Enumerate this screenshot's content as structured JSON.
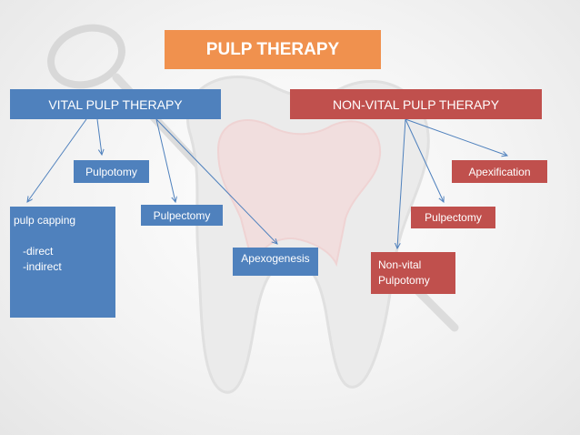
{
  "diagram": {
    "title": "PULP THERAPY",
    "vital": {
      "label": "VITAL PULP THERAPY",
      "color": "#4f81bd",
      "children": {
        "pulpotomy": "Pulpotomy",
        "pulp_capping": "pulp capping",
        "pulp_capping_direct": "-direct",
        "pulp_capping_indirect": "-indirect",
        "pulpectomy": "Pulpectomy",
        "apexogenesis": "Apexogenesis"
      }
    },
    "non_vital": {
      "label": "NON-VITAL  PULP THERAPY",
      "color": "#c0504d",
      "children": {
        "apexification": "Apexification",
        "pulpectomy": "Pulpectomy",
        "non_vital_pulpotomy_line1": "Non-vital",
        "non_vital_pulpotomy_line2": "Pulpotomy"
      }
    },
    "title_color": "#f0914e",
    "arrow_color": "#4f81bd"
  }
}
